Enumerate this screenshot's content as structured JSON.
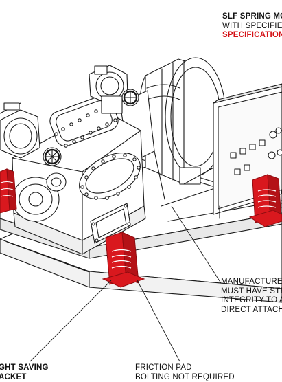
{
  "callouts": {
    "top": {
      "line1": "SLF SPRING MO",
      "line2": "WITH SPECIFIED",
      "line3": "SPECIFICATION"
    },
    "right": {
      "line1": "MANUFACTURE",
      "line2": "MUST HAVE STR",
      "line3": "INTEGRITY TO A",
      "line4": "DIRECT ATTACH"
    },
    "left": {
      "line1": "GHT SAVING",
      "line2": "ACKET"
    },
    "bottom": {
      "line1": "FRICTION PAD",
      "line2": "BOLTING NOT REQUIRED"
    }
  },
  "colors": {
    "mount_red": "#d9181e",
    "mount_dark": "#8e0c10",
    "line": "#1a1a1a",
    "callout_red": "#d40f14"
  }
}
